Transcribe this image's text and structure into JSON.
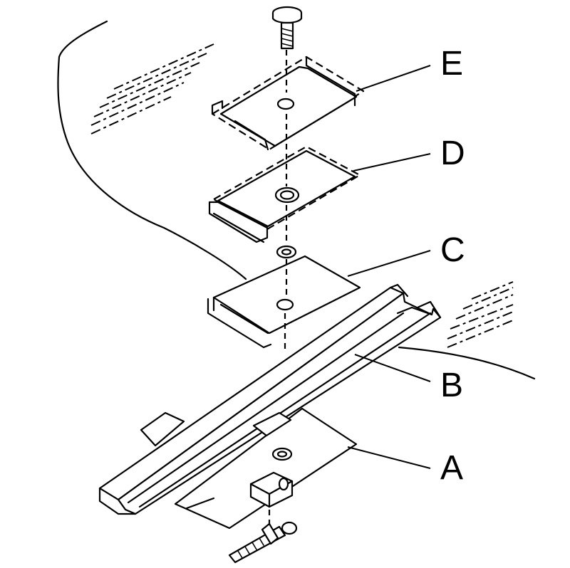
{
  "callouts": {
    "E": "E",
    "D": "D",
    "C": "C",
    "B": "B",
    "A": "A"
  },
  "colors": {
    "ink": "#000000",
    "paper": "#ffffff"
  }
}
